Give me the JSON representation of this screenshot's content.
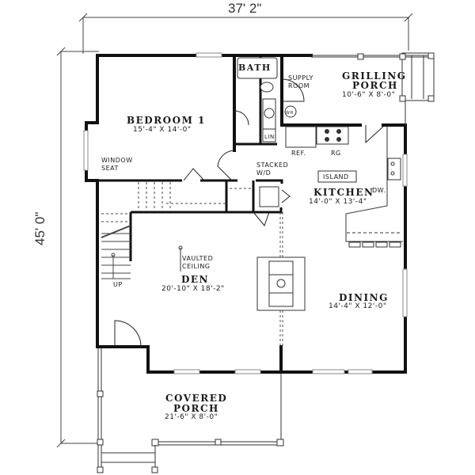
{
  "plan": {
    "overall_width": "37' 2\"",
    "overall_depth": "45' 0\"",
    "colors": {
      "wall": "#111111",
      "line": "#333333",
      "window": "#9a9a9a",
      "background": "#ffffff"
    }
  },
  "rooms": {
    "bedroom1": {
      "name": "BEDROOM 1",
      "dims": "15'-4\" X 14'-0\""
    },
    "bath": {
      "name": "BATH"
    },
    "supply_room": {
      "name": "SUPPLY\nROOM"
    },
    "grilling_porch": {
      "name": "GRILLING",
      "name2": "PORCH",
      "dims": "10'-6\" X 8'-0\""
    },
    "kitchen": {
      "name": "KITCHEN",
      "dims": "14'-0\" X 13'-4\""
    },
    "den": {
      "name": "DEN",
      "dims": "20'-10\" X 18'-2\""
    },
    "dining": {
      "name": "DINING",
      "dims": "14'-4\" X 12'-0\""
    },
    "covered_porch": {
      "name": "COVERED",
      "name2": "PORCH",
      "dims": "21'-6\" X 8'-0\""
    }
  },
  "fixtures": {
    "window_seat": "WINDOW\nSEAT",
    "stacked_wd": "STACKED\nW/D",
    "linen": "LIN",
    "water_heater": "WH",
    "refrigerator": "REF.",
    "range": "RG",
    "island": "ISLAND",
    "dishwasher": "DW.",
    "vaulted_ceiling": "VAULTED\nCEILING",
    "stairs_up": "UP"
  }
}
